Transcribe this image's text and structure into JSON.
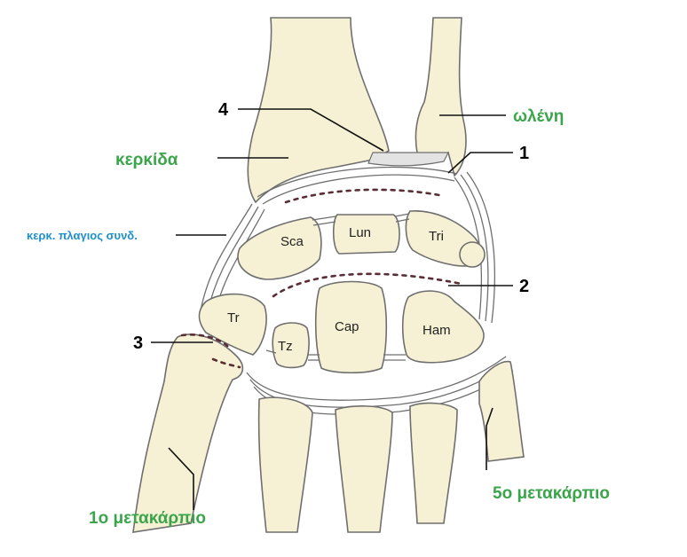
{
  "colors": {
    "bone_fill": "#f6f1d4",
    "outline": "#6f6f6f",
    "green_label": "#3aa54a",
    "blue_label": "#1f8fc7",
    "dashed_line": "#5a2d35",
    "disc": "#e3e3e3"
  },
  "labels": {
    "radius": "κερκίδα",
    "ulna": "ωλένη",
    "radial_collateral": "κερκ. πλαγιος συνδ.",
    "first_metacarpal": "1ο μετακάρπιο",
    "fifth_metacarpal": "5ο μετακάρπιο"
  },
  "bones": {
    "scaphoid": "Sca",
    "lunate": "Lun",
    "triquetrum": "Tri",
    "trapezium": "Tr",
    "trapezoid": "Tz",
    "capitate": "Cap",
    "hamate": "Ham"
  },
  "numbers": {
    "n1": "1",
    "n2": "2",
    "n3": "3",
    "n4": "4"
  }
}
